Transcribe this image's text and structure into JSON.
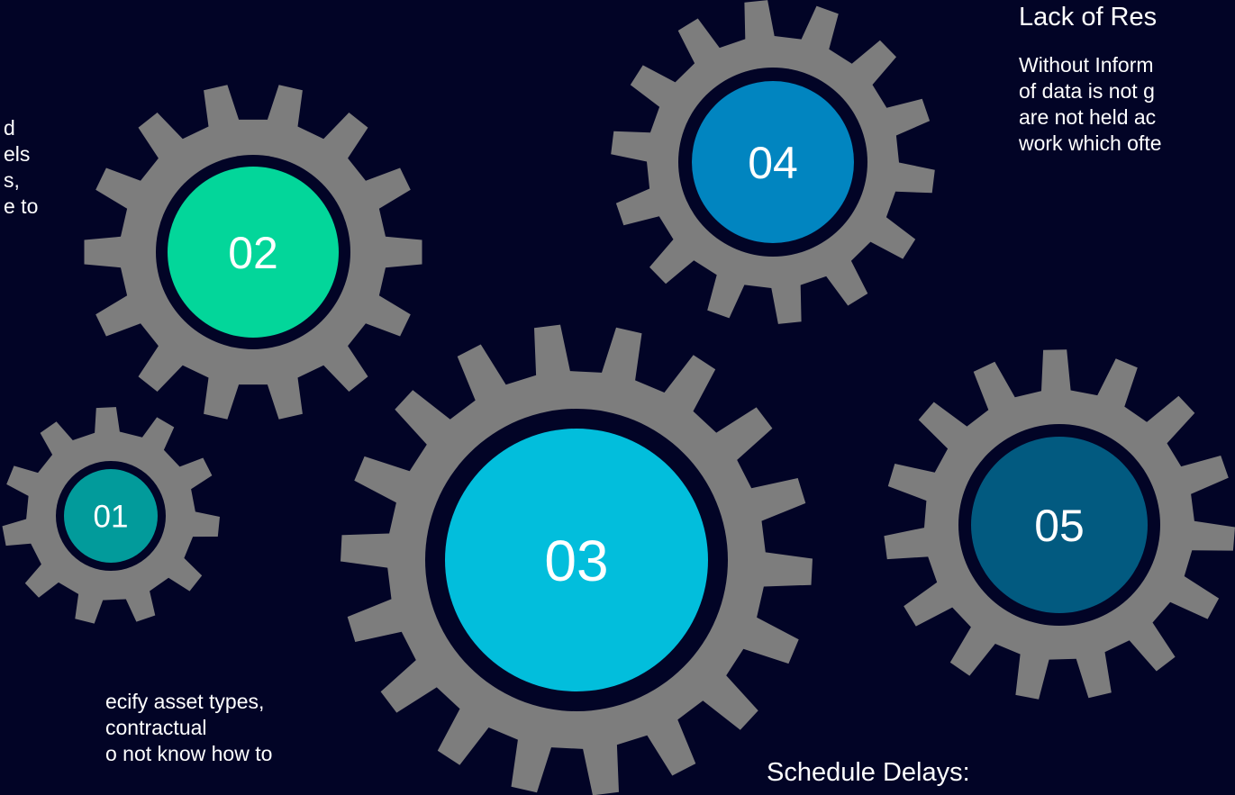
{
  "colors": {
    "background": "#020426",
    "gear": "#7d7d7d",
    "gear_ring": "#020426",
    "text": "#ffffff"
  },
  "gears": [
    {
      "id": "01",
      "label": "01",
      "color": "#029b9b"
    },
    {
      "id": "02",
      "label": "02",
      "color": "#03d69a"
    },
    {
      "id": "03",
      "label": "03",
      "color": "#02bedc"
    },
    {
      "id": "04",
      "label": "04",
      "color": "#0185c0"
    },
    {
      "id": "05",
      "label": "05",
      "color": "#025a80"
    }
  ],
  "left_text": {
    "line1": "d",
    "line2": "els",
    "line3_underlined": "s",
    "line3_rest": ",",
    "line4": "e to"
  },
  "bottom_left_text": {
    "line1": "ecify asset types,",
    "line2": "contractual",
    "line3": "o not know how to"
  },
  "top_right": {
    "title": "Lack of Res",
    "line1": "Without Inform",
    "line2": "of data is not g",
    "line3": "are not held ac",
    "line4": "work which ofte"
  },
  "bottom_heading": "Schedule Delays:"
}
